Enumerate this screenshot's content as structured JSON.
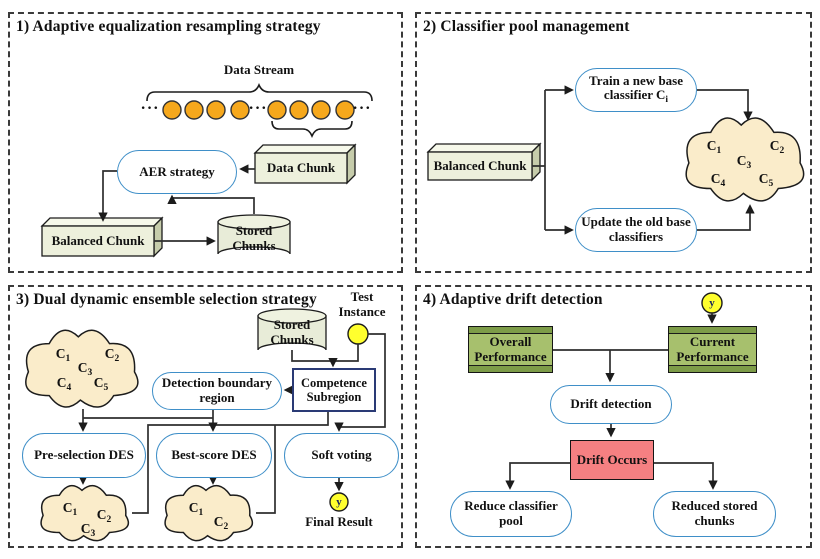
{
  "p1": {
    "title": "1) Adaptive equalization resampling strategy",
    "data_stream": "Data Stream",
    "dots_left": "···",
    "dots_mid": "···",
    "dots_right": "···",
    "aer": "AER strategy",
    "data_chunk": "Data Chunk",
    "balanced_chunk": "Balanced Chunk",
    "stored_chunks": "Stored Chunks"
  },
  "p2": {
    "title": "2) Classifier pool management",
    "balanced_chunk": "Balanced Chunk",
    "train_line1": "Train a new base",
    "train_line2_base": "classifier C",
    "train_line2_sub": "i",
    "update": "Update the old base classifiers",
    "pool": [
      {
        "base": "C",
        "sub": "1"
      },
      {
        "base": "C",
        "sub": "2"
      },
      {
        "base": "C",
        "sub": "3"
      },
      {
        "base": "C",
        "sub": "4"
      },
      {
        "base": "C",
        "sub": "5"
      }
    ]
  },
  "p3": {
    "title": "3) Dual dynamic ensemble selection strategy",
    "test_instance": "Test Instance",
    "stored_chunks": "Stored Chunks",
    "competence": "Competence Subregion",
    "detection": "Detection boundary region",
    "pre_selection": "Pre-selection DES",
    "best_score": "Best-score DES",
    "soft_voting": "Soft voting",
    "y_label": "y",
    "final_result": "Final Result",
    "pool": [
      {
        "base": "C",
        "sub": "1"
      },
      {
        "base": "C",
        "sub": "2"
      },
      {
        "base": "C",
        "sub": "3"
      },
      {
        "base": "C",
        "sub": "4"
      },
      {
        "base": "C",
        "sub": "5"
      }
    ],
    "cloud1": [
      {
        "base": "C",
        "sub": "1"
      },
      {
        "base": "C",
        "sub": "2"
      },
      {
        "base": "C",
        "sub": "3"
      }
    ],
    "cloud2": [
      {
        "base": "C",
        "sub": "1"
      },
      {
        "base": "C",
        "sub": "2"
      }
    ]
  },
  "p4": {
    "title": "4) Adaptive drift detection",
    "y_label": "y",
    "overall": "Overall Performance",
    "current": "Current Performance",
    "drift_detection": "Drift detection",
    "drift_occurs": "Drift Occurs",
    "reduce_pool": "Reduce classifier pool",
    "reduced_chunks": "Reduced stored chunks"
  },
  "colors": {
    "node_border_blue": "#3f8fc8",
    "competence_border_navy": "#2a3a75",
    "cloud_fill": "#faecca",
    "stream_dot_orange": "#f6a81c",
    "instance_dot_yellow": "#ffff2e",
    "chunk_box_fill": "#edf0dc",
    "cylinder_fill": "#e8ecd8",
    "performance_green": "#a7c06d",
    "performance_green_band": "#7d9c48",
    "drift_occurs_red": "#f58082",
    "connector": "#2e2e2e"
  }
}
